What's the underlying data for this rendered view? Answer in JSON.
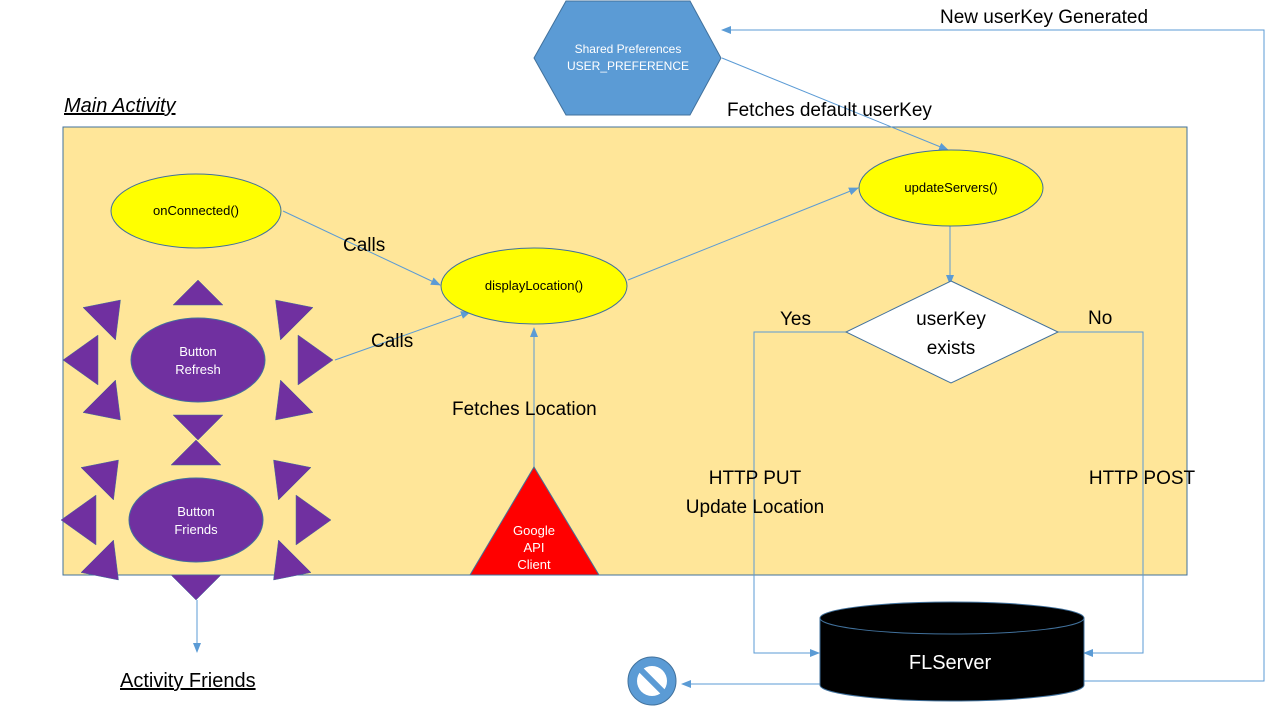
{
  "main_activity": {
    "title": "Main Activity"
  },
  "shared_prefs": {
    "line1": "Shared Preferences",
    "line2": "USER_PREFERENCE"
  },
  "nodes": {
    "on_connected": "onConnected()",
    "display_location": "displayLocation()",
    "update_servers": "updateServers()",
    "decision_line1": "userKey",
    "decision_line2": "exists",
    "button_refresh_line1": "Button",
    "button_refresh_line2": "Refresh",
    "button_friends_line1": "Button",
    "button_friends_line2": "Friends",
    "google_line1": "Google",
    "google_line2": "API",
    "google_line3": "Client",
    "server": "FLServer",
    "activity_friends": "Activity Friends"
  },
  "edge_labels": {
    "calls_1": "Calls",
    "calls_2": "Calls",
    "fetches_location": "Fetches Location",
    "fetches_default_userkey": "Fetches default userKey",
    "new_userkey": "New userKey Generated",
    "yes": "Yes",
    "no": "No",
    "http_put_line1": "HTTP PUT",
    "http_put_line2": "Update Location",
    "http_post": "HTTP POST"
  },
  "colors": {
    "activity_fill": "#ffe699",
    "activity_border": "#41719c",
    "ellipse_fill": "#ffff00",
    "star_fill": "#7030a0",
    "triangle_fill": "#ff0000",
    "hexagon_fill": "#5b9bd5",
    "server_fill": "#000000",
    "arrow": "#5b9bd5",
    "no_symbol": "#5b9bd5"
  },
  "icons": {
    "no_entry": "no-symbol-icon"
  }
}
